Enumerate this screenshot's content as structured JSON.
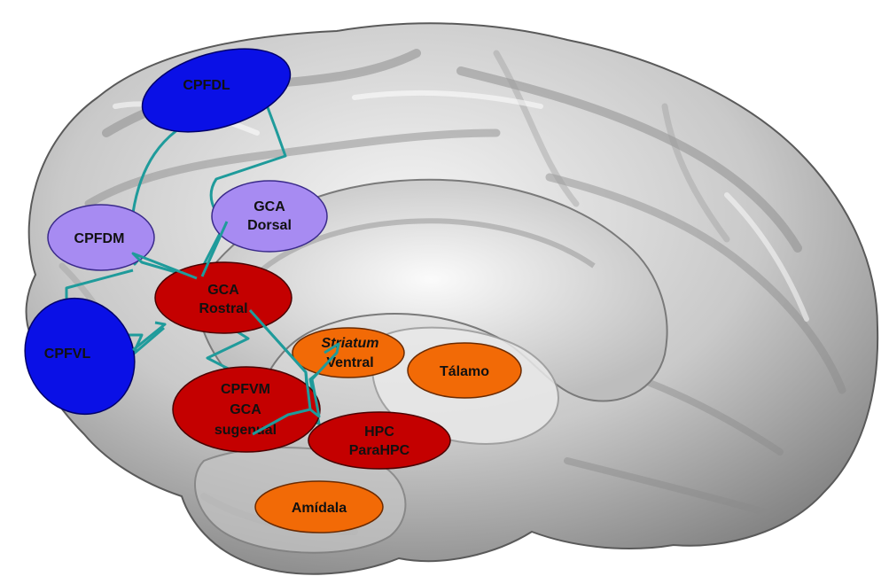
{
  "colors": {
    "prefrontal_lateral": "#0a10e6",
    "prefrontal_medial": "#a78bf2",
    "cingulate_red": "#c40000",
    "subcortical_orange": "#f26a06",
    "arrow_teal": "#1f9b9b",
    "brain_base": "#b9b9b9",
    "brain_highlight": "#f2f2f2",
    "brain_shadow": "#6f6f6f"
  },
  "regions": {
    "cpfdl": {
      "label": "CPFDL"
    },
    "gca_dorsal": {
      "line1": "GCA",
      "line2": "Dorsal"
    },
    "cpfdm": {
      "label": "CPFDM"
    },
    "gca_rostral": {
      "line1": "GCA",
      "line2": "Rostral"
    },
    "cpfvl": {
      "label": "CPFVL"
    },
    "striatum": {
      "line1": "Striatum",
      "line2": "Ventral"
    },
    "talamo": {
      "label": "Tálamo"
    },
    "cpfvm": {
      "line1": "CPFVM",
      "line2": "GCA",
      "line3": "sugenual"
    },
    "hpc": {
      "line1": "HPC",
      "line2": "ParaHPC"
    },
    "amidala": {
      "label": "Amídala"
    }
  }
}
